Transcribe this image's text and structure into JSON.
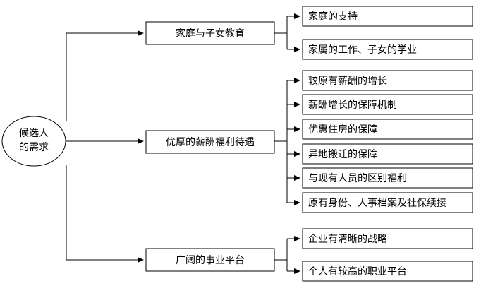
{
  "root": {
    "lines": [
      "候选人",
      "的需求"
    ]
  },
  "branches": [
    {
      "label": "家庭与子女教育",
      "items": [
        "家庭的支持",
        "家属的工作、子女的学业"
      ]
    },
    {
      "label": "优厚的薪酬福利待遇",
      "items": [
        "较原有薪酬的增长",
        "薪酬增长的保障机制",
        "优惠住房的保障",
        "异地搬迁的保障",
        "与现有人员的区别福利",
        "原有身份、人事档案及社保续接"
      ]
    },
    {
      "label": "广阔的事业平台",
      "items": [
        "企业有清晰的战略",
        "个人有较高的职业平台"
      ]
    }
  ]
}
